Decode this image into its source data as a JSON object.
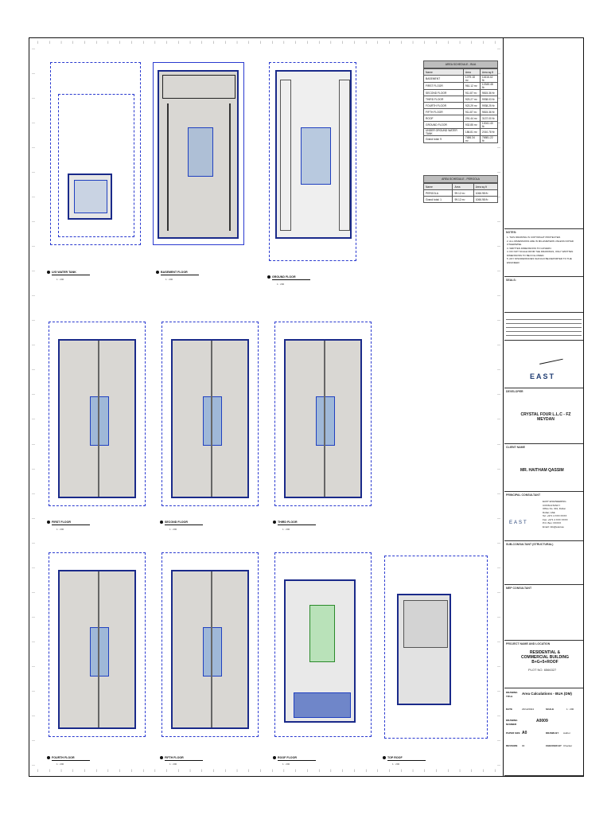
{
  "schedules": {
    "bua": {
      "title": "AREA SCHEDULE - BUA",
      "headers": [
        "Name",
        "Area",
        "Area sq.ft"
      ],
      "rows": [
        [
          "BASEMENT",
          "1079.18 m²",
          "11616.42 ft²"
        ],
        [
          "FIRST FLOOR",
          "961.12 m²",
          "10345.48 ft²"
        ],
        [
          "SECOND FLOOR",
          "911.87 m²",
          "9815.36 ft²"
        ],
        [
          "THIRD FLOOR",
          "923.27 m²",
          "9938.03 ft²"
        ],
        [
          "FOURTH FLOOR",
          "923.29 m²",
          "9938.25 ft²"
        ],
        [
          "FIFTH FLOOR",
          "911.87 m²",
          "9815.36 ft²"
        ],
        [
          "ROOF",
          "291.44 m²",
          "3137.00 ft²"
        ],
        [
          "GROUND FLOOR",
          "932.85 m²",
          "10041.40 ft²"
        ],
        [
          "UNDER GROUND WATER TANK",
          "186.81 m²",
          "2010.78 ft²"
        ]
      ],
      "total": [
        "Grand total: 9",
        "7486.34 m²",
        "76581.22 ft²"
      ]
    },
    "pergola": {
      "title": "AREA SCHEDULE - PERGOLA",
      "headers": [
        "Name",
        "Area",
        "Area sq.ft"
      ],
      "rows": [
        [
          "PERGOLA",
          "99.12 m²",
          "1066.98 ft²"
        ]
      ],
      "total": [
        "Grand total: 1",
        "99.12 m²",
        "1066.98 ft²"
      ]
    }
  },
  "plans": {
    "ug_tank": {
      "label": "U/G WATER TANK",
      "scale": "1 : 200"
    },
    "basement": {
      "label": "BASEMENT FLOOR",
      "scale": "1 : 200"
    },
    "ground": {
      "label": "GROUND FLOOR",
      "scale": "1 : 200"
    },
    "first": {
      "label": "FIRST FLOOR",
      "scale": "1 : 200"
    },
    "second": {
      "label": "SECOND FLOOR",
      "scale": "1 : 200"
    },
    "third": {
      "label": "THIRD FLOOR",
      "scale": "1 : 200"
    },
    "fourth": {
      "label": "FOURTH FLOOR",
      "scale": "1 : 200"
    },
    "fifth": {
      "label": "FIFTH FLOOR",
      "scale": "1 : 200"
    },
    "roof": {
      "label": "ROOF FLOOR",
      "scale": "1 : 200"
    },
    "top_roof": {
      "label": "TOP ROOF",
      "scale": "1 : 200"
    }
  },
  "title_block": {
    "notes_label": "NOTES:",
    "notes": [
      "1. THIS DRAWING IS COPYRIGHT PROTECTED.",
      "2. ALL DIMENSIONS ARE IN MILLIMETERS UNLESS NOTED OTHERWISE.",
      "3. WRITTEN DIMENSIONS TO GOVERN.",
      "4. DO NOT SCALE FROM THE DRAWINGS, ONLY WRITTEN DIMENSIONS TO BE FOLLOWED.",
      "5. ANY DISCREPANCIES SHOULD BE REPORTED TO THE ENGINEER."
    ],
    "seals_label": "SEALS:",
    "consultant_logo": "EAST",
    "developer_label": "DEVELOPER",
    "developer": "CRYSTAL FOUR L.L.C - FZ MEYDAN",
    "client_label": "CLIENT NAME",
    "client": "MR. HAITHAM QASSIM",
    "principal_label": "PRINCIPAL CONSULTANT",
    "principal_logo": "EAST",
    "principal_details": [
      "EAST ENGINEERING CONSULTANCY",
      "Office No. 301, Dubai",
      "Dubai, UAE",
      "Tel: +971 4 XXX XXXX",
      "Fax: +971 4 XXX XXXX",
      "P.O. Box: XXXXX",
      "Email: info@east.ae"
    ],
    "structural_label": "SUB-CONSULTANT (STRUCTURAL)",
    "mep_label": "MEP CONSULTANT",
    "project_label": "PROJECT NAME AND LOCATION",
    "project": "RESIDENTIAL & COMMERCIAL BUILDING B+G+5+ROOF",
    "plot": "PLOT NO. 6566327",
    "drawing_title_label": "DRAWING TITLE",
    "drawing_title": "Area Calculations - BUA (DM)",
    "date_label": "DATE",
    "date": "23/12/2024",
    "scale_label": "SCALE",
    "scale": "1 : 200",
    "drawing_no_label": "DRAWING NUMBER",
    "drawing_no": "A0009",
    "paper_label": "PAPER SIZE",
    "paper": "A0",
    "drawn_label": "DRAWN BY",
    "drawn": "Author",
    "checked_label": "CHECKED BY",
    "checked": "Checker",
    "revision_label": "REVISION",
    "revision": "00"
  }
}
